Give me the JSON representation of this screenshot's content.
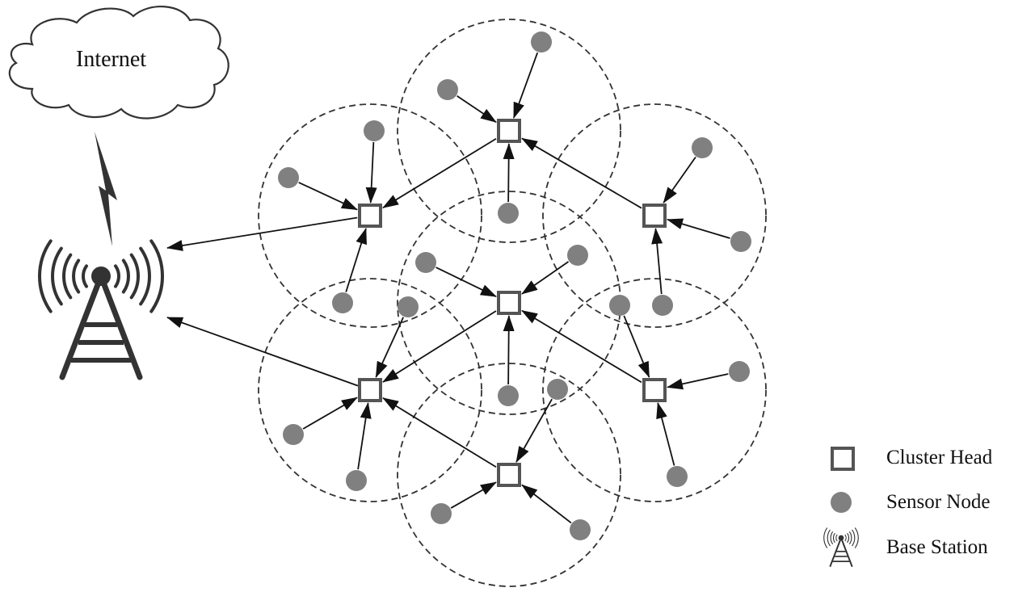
{
  "internet": {
    "label": "Internet"
  },
  "legend": {
    "items": [
      {
        "icon": "cluster-head-square-icon",
        "label": "Cluster Head"
      },
      {
        "icon": "sensor-node-circle-icon",
        "label": "Sensor Node"
      },
      {
        "icon": "base-station-tower-icon",
        "label": "Base Station"
      }
    ]
  },
  "colors": {
    "sensor_node": "#808080",
    "cluster_head": "#555555",
    "arrows": "#111111",
    "cluster_range": "#333333"
  }
}
